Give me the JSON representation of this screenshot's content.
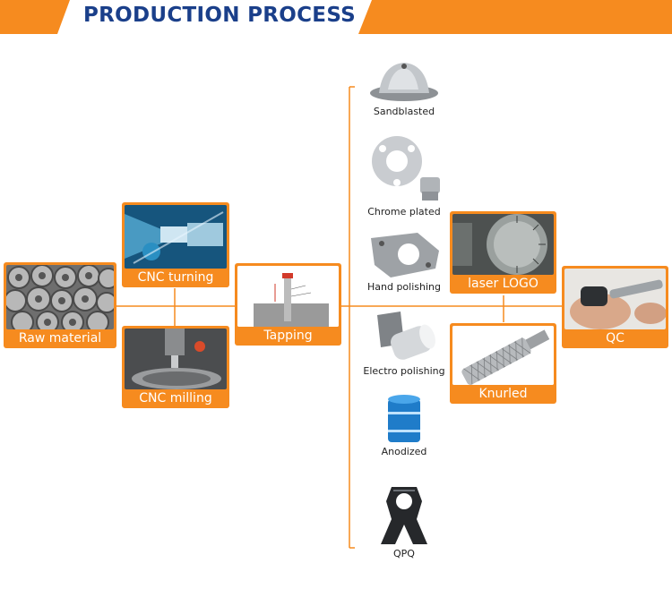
{
  "header": {
    "title": "PRODUCTION PROCESS"
  },
  "colors": {
    "orange": "#f68b1f",
    "navy": "#1a3f8a",
    "line": "#f68b1f"
  },
  "steps": {
    "raw_material": "Raw material",
    "cnc_turning": "CNC turning",
    "cnc_milling": "CNC milling",
    "tapping": "Tapping",
    "laser_logo": "laser LOGO",
    "knurled": "Knurled",
    "qc": "QC"
  },
  "finishes": {
    "sandblasted": "Sandblasted",
    "chrome_plated": "Chrome plated",
    "hand_polishing": "Hand polishing",
    "electro_polishing": "Electro polishing",
    "anodized": "Anodized",
    "qpq": "QPQ"
  }
}
